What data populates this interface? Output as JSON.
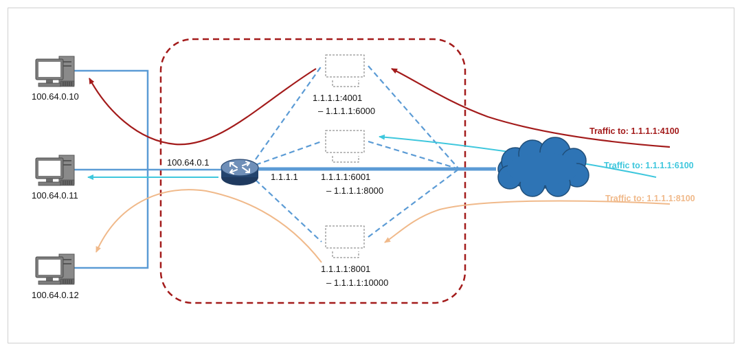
{
  "hosts": [
    {
      "ip": "100.64.0.10"
    },
    {
      "ip": "100.64.0.11"
    },
    {
      "ip": "100.64.0.12"
    }
  ],
  "router": {
    "inner_ip": "100.64.0.1",
    "outer_ip": "1.1.1.1",
    "icon": "router-icon"
  },
  "pools": [
    {
      "line1": "1.1.1.1:4001",
      "line2": "– 1.1.1.1:6000"
    },
    {
      "line1": "1.1.1.1:6001",
      "line2": "– 1.1.1.1:8000"
    },
    {
      "line1": "1.1.1.1:8001",
      "line2": "– 1.1.1.1:10000"
    }
  ],
  "traffic": [
    {
      "label": "Traffic to: 1.1.1.1:4100",
      "color": "#a31b1b"
    },
    {
      "label": "Traffic to: 1.1.1.1:6100",
      "color": "#3ec7dd"
    },
    {
      "label": "Traffic to: 1.1.1.1:8100",
      "color": "#f0b98a"
    }
  ],
  "colors": {
    "link": "#5b9bd5",
    "region_border": "#a31b1b",
    "cloud": "#2e74b5",
    "dashed_link": "#5b9bd5"
  },
  "icons": [
    "computer-icon",
    "router-icon",
    "cloud-icon",
    "port-block-icon"
  ]
}
